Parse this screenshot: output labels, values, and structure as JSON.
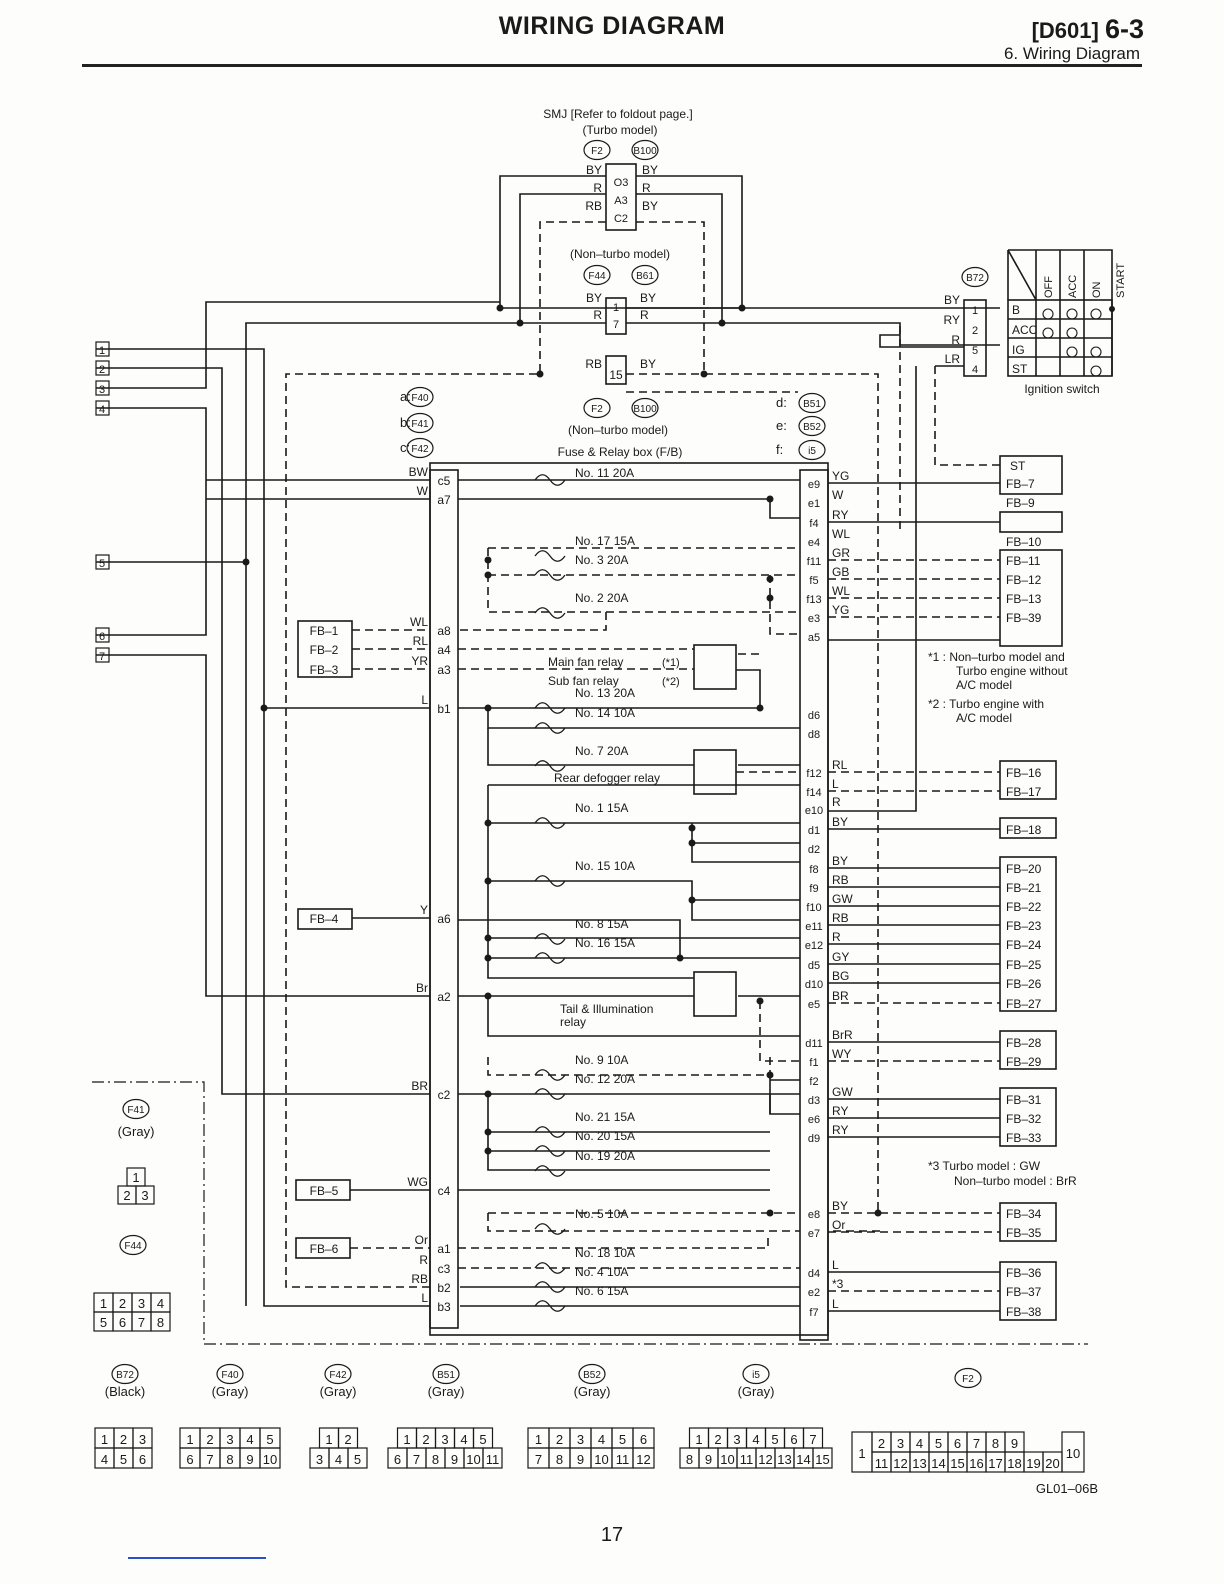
{
  "header": {
    "title": "WIRING DIAGRAM",
    "code": "[D601]",
    "section_number": "6-3",
    "subtitle": "6. Wiring Diagram"
  },
  "smj": {
    "title": "SMJ [Refer to foldout page.]",
    "subtitle": "(Turbo model)",
    "conn_a": "F2",
    "conn_b": "B100",
    "rows": [
      {
        "lw": "BY",
        "pin": "O3",
        "rw": "BY"
      },
      {
        "lw": "R",
        "pin": "A3",
        "rw": "R"
      },
      {
        "lw": "RB",
        "pin": "C2",
        "rw": "BY"
      }
    ]
  },
  "nonturbo1": {
    "label": "(Non–turbo model)",
    "conn_a": "F44",
    "conn_b": "B61",
    "rows": [
      {
        "lw": "BY",
        "pin": "1",
        "rw": "BY"
      },
      {
        "lw": "R",
        "pin": "7",
        "rw": "R"
      }
    ]
  },
  "nonturbo2": {
    "label": "(Non–turbo model)",
    "conn_a": "F2",
    "conn_b": "B100",
    "lw": "RB",
    "pin": "15",
    "rw": "BY"
  },
  "ignition": {
    "conn": "B72",
    "label": "Ignition switch",
    "positions": [
      "OFF",
      "ACC",
      "ON",
      "START"
    ],
    "wires": [
      {
        "color": "BY",
        "pin": "1",
        "term": "B"
      },
      {
        "color": "RY",
        "pin": "2",
        "term": "ACC"
      },
      {
        "color": "R",
        "pin": "5",
        "term": "IG"
      },
      {
        "color": "LR",
        "pin": "4",
        "term": "ST"
      }
    ]
  },
  "conn_legend": {
    "a": "F40",
    "b": "F41",
    "c": "F42",
    "d": "B51",
    "e": "B52",
    "f": "i5",
    "a_key": "a:",
    "b_key": "b:",
    "c_key": "c:",
    "d_key": "d:",
    "e_key": "e:",
    "f_key": "f:"
  },
  "left_terminals": [
    "1",
    "2",
    "3",
    "4",
    "5",
    "6",
    "7"
  ],
  "fuse_box_title": "Fuse & Relay box (F/B)",
  "left_pins": [
    {
      "wire": "BW",
      "pin": "c5"
    },
    {
      "wire": "W",
      "pin": "a7"
    },
    {
      "wire": "WL",
      "pin": "a8"
    },
    {
      "wire": "RL",
      "pin": "a4"
    },
    {
      "wire": "YR",
      "pin": "a3"
    },
    {
      "wire": "L",
      "pin": "b1"
    },
    {
      "wire": "Y",
      "pin": "a6"
    },
    {
      "wire": "Br",
      "pin": "a2"
    },
    {
      "wire": "BR",
      "pin": "c2"
    },
    {
      "wire": "WG",
      "pin": "c4"
    },
    {
      "wire": "Or",
      "pin": "a1"
    },
    {
      "wire": "R",
      "pin": "c3"
    },
    {
      "wire": "RB",
      "pin": "b2"
    },
    {
      "wire": "L",
      "pin": "b3"
    }
  ],
  "left_fb": [
    "FB–1",
    "FB–2",
    "FB–3",
    "FB–4",
    "FB–5",
    "FB–6"
  ],
  "fuses": [
    "No. 11 20A",
    "No. 17 15A",
    "No. 3 20A",
    "No. 2 20A",
    "No. 13 20A",
    "No. 14 10A",
    "No. 7 20A",
    "No. 1 15A",
    "No. 15 10A",
    "No. 8 15A",
    "No. 16 15A",
    "No. 9 10A",
    "No. 12 20A",
    "No. 21 15A",
    "No. 20 15A",
    "No. 19 20A",
    "No. 5 10A",
    "No. 18 10A",
    "No. 4 10A",
    "No. 6 15A"
  ],
  "relays": {
    "main_fan": "Main fan relay",
    "main_fan_note": "(*1)",
    "sub_fan": "Sub fan relay",
    "sub_fan_note": "(*2)",
    "rear_defogger": "Rear defogger relay",
    "tail_l1": "Tail & Illumination",
    "tail_l2": "relay"
  },
  "right_pins": [
    {
      "pin": "e9",
      "wire": "YG",
      "fb": "FB–7"
    },
    {
      "pin": "e1",
      "wire": "W",
      "fb": "FB–9"
    },
    {
      "pin": "f4",
      "wire": "RY",
      "fb": ""
    },
    {
      "pin": "e4",
      "wire": "WL",
      "fb": "FB–10"
    },
    {
      "pin": "f11",
      "wire": "GR",
      "fb": "FB–11"
    },
    {
      "pin": "f5",
      "wire": "GB",
      "fb": "FB–12"
    },
    {
      "pin": "f13",
      "wire": "WL",
      "fb": "FB–13"
    },
    {
      "pin": "e3",
      "wire": "YG",
      "fb": "FB–39"
    },
    {
      "pin": "a5",
      "wire": "",
      "fb": ""
    },
    {
      "pin": "d6",
      "wire": "",
      "fb": ""
    },
    {
      "pin": "d8",
      "wire": "",
      "fb": ""
    },
    {
      "pin": "f12",
      "wire": "RL",
      "fb": "FB–16"
    },
    {
      "pin": "f14",
      "wire": "L",
      "fb": "FB–17"
    },
    {
      "pin": "e10",
      "wire": "R",
      "fb": ""
    },
    {
      "pin": "d1",
      "wire": "BY",
      "fb": "FB–18"
    },
    {
      "pin": "d2",
      "wire": "",
      "fb": ""
    },
    {
      "pin": "f8",
      "wire": "BY",
      "fb": "FB–20"
    },
    {
      "pin": "f9",
      "wire": "RB",
      "fb": "FB–21"
    },
    {
      "pin": "f10",
      "wire": "GW",
      "fb": "FB–22"
    },
    {
      "pin": "e11",
      "wire": "RB",
      "fb": "FB–23"
    },
    {
      "pin": "e12",
      "wire": "R",
      "fb": "FB–24"
    },
    {
      "pin": "d5",
      "wire": "GY",
      "fb": "FB–25"
    },
    {
      "pin": "d10",
      "wire": "BG",
      "fb": "FB–26"
    },
    {
      "pin": "e5",
      "wire": "BR",
      "fb": "FB–27"
    },
    {
      "pin": "d11",
      "wire": "BrR",
      "fb": "FB–28"
    },
    {
      "pin": "f1",
      "wire": "WY",
      "fb": "FB–29"
    },
    {
      "pin": "f2",
      "wire": "",
      "fb": ""
    },
    {
      "pin": "d3",
      "wire": "GW",
      "fb": "FB–31"
    },
    {
      "pin": "e6",
      "wire": "RY",
      "fb": "FB–32"
    },
    {
      "pin": "d9",
      "wire": "RY",
      "fb": "FB–33"
    },
    {
      "pin": "e8",
      "wire": "BY",
      "fb": "FB–34"
    },
    {
      "pin": "e7",
      "wire": "Or",
      "fb": "FB–35"
    },
    {
      "pin": "d4",
      "wire": "L",
      "fb": "FB–36"
    },
    {
      "pin": "e2",
      "wire": "*3",
      "fb": "FB–37"
    },
    {
      "pin": "f7",
      "wire": "L",
      "fb": "FB–38"
    }
  ],
  "top_fb": [
    "ST",
    "FB–7"
  ],
  "notes": {
    "n1a": "*1 : Non–turbo model and",
    "n1b": "Turbo engine without",
    "n1c": "A/C model",
    "n2a": "*2 : Turbo engine with",
    "n2b": "A/C model",
    "n3a": "*3   Turbo model : GW",
    "n3b": "Non–turbo model : BrR"
  },
  "connectors": [
    {
      "id": "F41",
      "color": "(Gray)"
    },
    {
      "id": "F44",
      "color": ""
    },
    {
      "id": "B72",
      "color": "(Black)"
    },
    {
      "id": "F40",
      "color": "(Gray)"
    },
    {
      "id": "F42",
      "color": "(Gray)"
    },
    {
      "id": "B51",
      "color": "(Gray)"
    },
    {
      "id": "B52",
      "color": "(Gray)"
    },
    {
      "id": "i5",
      "color": "(Gray)"
    },
    {
      "id": "F2",
      "color": ""
    }
  ],
  "conn_pins": {
    "f41_top": "1",
    "f41_bottom": [
      "2",
      "3"
    ],
    "f44_top": [
      "1",
      "2",
      "3",
      "4"
    ],
    "f44_bottom": [
      "5",
      "6",
      "7",
      "8"
    ],
    "b72_top": [
      "1",
      "2",
      "3"
    ],
    "b72_bottom": [
      "4",
      "5",
      "6"
    ],
    "f40_top": [
      "1",
      "2",
      "3",
      "4",
      "5"
    ],
    "f40_bottom": [
      "6",
      "7",
      "8",
      "9",
      "10"
    ],
    "f42_top": [
      "1",
      "2"
    ],
    "f42_bottom": [
      "3",
      "4",
      "5"
    ],
    "b51_top": [
      "1",
      "2",
      "3",
      "4",
      "5"
    ],
    "b51_bottom": [
      "6",
      "7",
      "8",
      "9",
      "10",
      "11"
    ],
    "b52_top": [
      "1",
      "2",
      "3",
      "4",
      "5",
      "6"
    ],
    "b52_bottom": [
      "7",
      "8",
      "9",
      "10",
      "11",
      "12"
    ],
    "i5_top": [
      "1",
      "2",
      "3",
      "4",
      "5",
      "6",
      "7"
    ],
    "i5_bottom": [
      "8",
      "9",
      "10",
      "11",
      "12",
      "13",
      "14",
      "15"
    ],
    "f2_left": "1",
    "f2_top": [
      "2",
      "3",
      "4",
      "5",
      "6",
      "7",
      "8",
      "9"
    ],
    "f2_bottom": [
      "11",
      "12",
      "13",
      "14",
      "15",
      "16",
      "17",
      "18",
      "19",
      "20"
    ],
    "f2_right": "10"
  },
  "figure_code": "GL01–06B",
  "page_number": "17",
  "colors": {
    "ink": "#1a1a1a",
    "paper": "#fdfdfb",
    "link": "#2b50c8"
  }
}
